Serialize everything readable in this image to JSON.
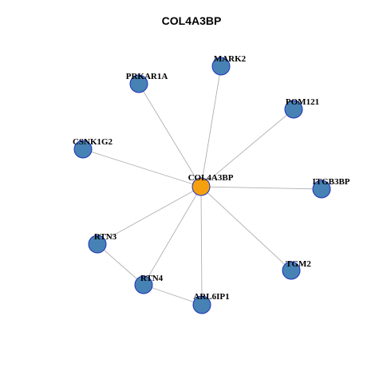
{
  "title": "COL4A3BP",
  "colors": {
    "center": "#f5a00f",
    "leaf": "#4682b4",
    "edge": "#b0b0b0",
    "stroke": "#1f2fbf"
  },
  "nodes": [
    {
      "id": "COL4A3BP",
      "label": "COL4A3BP",
      "center": true
    },
    {
      "id": "MARK2",
      "label": "MARK2"
    },
    {
      "id": "PRKAR1A",
      "label": "PRKAR1A"
    },
    {
      "id": "POM121",
      "label": "POM121"
    },
    {
      "id": "CSNK1G2",
      "label": "CSNK1G2"
    },
    {
      "id": "ITGB3BP",
      "label": "ITGB3BP"
    },
    {
      "id": "RTN3",
      "label": "RTN3"
    },
    {
      "id": "TGM2",
      "label": "TGM2"
    },
    {
      "id": "RTN4",
      "label": "RTN4"
    },
    {
      "id": "ARL6IP1",
      "label": "ARL6IP1"
    }
  ],
  "edges": [
    [
      "COL4A3BP",
      "MARK2"
    ],
    [
      "COL4A3BP",
      "PRKAR1A"
    ],
    [
      "COL4A3BP",
      "POM121"
    ],
    [
      "COL4A3BP",
      "CSNK1G2"
    ],
    [
      "COL4A3BP",
      "ITGB3BP"
    ],
    [
      "COL4A3BP",
      "RTN3"
    ],
    [
      "COL4A3BP",
      "TGM2"
    ],
    [
      "COL4A3BP",
      "RTN4"
    ],
    [
      "COL4A3BP",
      "ARL6IP1"
    ],
    [
      "RTN3",
      "RTN4"
    ],
    [
      "RTN4",
      "ARL6IP1"
    ]
  ]
}
